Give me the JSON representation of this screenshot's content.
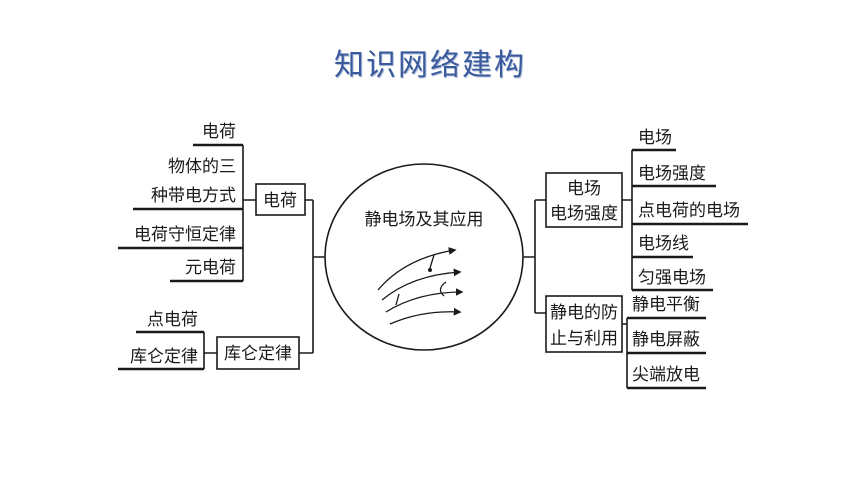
{
  "title": "知识网络建构",
  "center": {
    "label": "静电场及其应用"
  },
  "left": {
    "charge_node": {
      "label": "电荷",
      "items": [
        "电荷",
        "物体的三",
        "种带电方式",
        "电荷守恒定律",
        "元电荷"
      ]
    },
    "coulomb_node": {
      "label": "库仑定律",
      "items": [
        "点电荷",
        "库仑定律"
      ]
    }
  },
  "right": {
    "field_node": {
      "label_line1": "电场",
      "label_line2": "电场强度",
      "items": [
        "电场",
        "电场强度",
        "点电荷的电场",
        "电场线",
        "匀强电场"
      ]
    },
    "electrostatic_node": {
      "label_line1": "静电的防",
      "label_line2": "止与利用",
      "items": [
        "静电平衡",
        "静电屏蔽",
        "尖端放电"
      ]
    }
  }
}
